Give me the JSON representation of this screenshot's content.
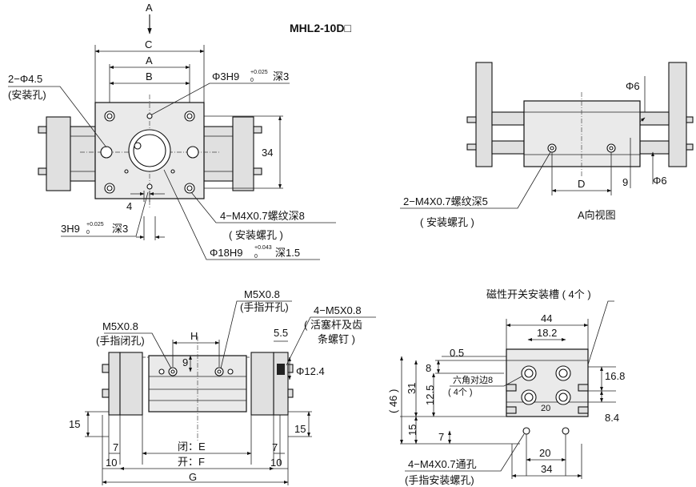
{
  "title": "MHL2-10D□",
  "top_view": {
    "arrow_label": "A",
    "dim_C": "C",
    "dim_A": "A",
    "dim_B": "B",
    "mount_hole": "2−Φ4.5",
    "mount_hole_note": "(安装孔)",
    "pin_hole": "Φ3H9",
    "pin_hole_tol": "+0.025",
    "pin_hole_tol_lo": "0",
    "pin_hole_depth": "深3",
    "height_34": "34",
    "dim_4": "4",
    "thread_note": "4−M4X0.7螺纹深8",
    "thread_note2": "( 安装螺孔 )",
    "bottom_pin": "3H9",
    "bottom_pin_tol": "+0.025",
    "bottom_pin_tol_lo": "0",
    "bottom_pin_depth": "深3",
    "bore": "Φ18H9",
    "bore_tol": "+0.043",
    "bore_tol_lo": "0",
    "bore_depth": "深1.5"
  },
  "a_view": {
    "phi6_top": "Φ6",
    "phi6_bottom": "Φ6",
    "dim_D": "D",
    "dim_9": "9",
    "thread_note": "2−M4X0.7螺纹深5",
    "thread_note2": "( 安装螺孔 )",
    "caption": "A向视图"
  },
  "front_view": {
    "close_port": "M5X0.8",
    "close_port_note": "(手指闭孔)",
    "open_port": "M5X0.8",
    "open_port_note": "(手指开孔)",
    "screw": "4−M5X0.8",
    "screw_note1": "( 活塞杆及齿",
    "screw_note2": "条螺钉 )",
    "dim_H": "H",
    "dim_9": "9",
    "dim_5_5": "5.5",
    "phi12_4": "Φ12.4",
    "left_15": "15",
    "right_15": "15",
    "left_7": "7",
    "left_10": "10",
    "right_7": "7",
    "right_10": "10",
    "closed": "闭：E",
    "open": "开：F",
    "dim_G": "G"
  },
  "side_view": {
    "switch_slot": "磁性开关安装槽 ( 4个 )",
    "dim_44": "44",
    "dim_18_2": "18.2",
    "dim_0_5": "0.5",
    "dim_8": "8",
    "hex_note": "六角对边8",
    "hex_note2": "( 4个 )",
    "dim_31": "31",
    "dim_12_5": "12.5",
    "dim_46": "( 46 )",
    "dim_15": "15",
    "dim_16_8": "16.8",
    "dim_20_inner": "20",
    "dim_8_4": "8.4",
    "dim_7": "7",
    "dim_20": "20",
    "dim_34": "34",
    "through_note": "4−M4X0.7通孔",
    "through_note2": "(手指安装螺孔)"
  }
}
